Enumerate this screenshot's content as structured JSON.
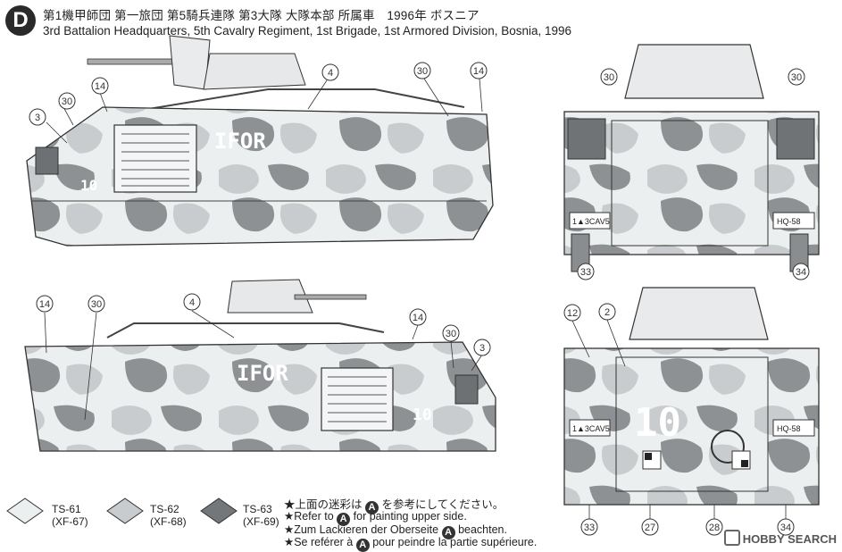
{
  "header": {
    "badge": "D",
    "title_jp": "第1機甲師団 第一旅団 第5騎兵連隊 第3大隊 大隊本部 所属車　1996年 ボスニア",
    "title_en": "3rd Battalion Headquarters, 5th Cavalry Regiment, 1st Brigade, 1st Armored Division, Bosnia, 1996"
  },
  "markings": {
    "ifor": "IFOR",
    "hull_number": "10",
    "plate_left": "1▲3CAV5",
    "plate_right": "HQ-58"
  },
  "callouts": {
    "top_side": [
      "3",
      "14",
      "30",
      "4",
      "30",
      "14"
    ],
    "rear": [
      "30",
      "30",
      "33",
      "34"
    ],
    "bottom_side": [
      "14",
      "30",
      "4",
      "14",
      "30",
      "3"
    ],
    "front": [
      "12",
      "2",
      "33",
      "27",
      "28",
      "34"
    ]
  },
  "swatches": [
    {
      "code": "TS-61",
      "ref": "(XF-67)",
      "color": "#eceff0"
    },
    {
      "code": "TS-62",
      "ref": "(XF-68)",
      "color": "#c9ccce"
    },
    {
      "code": "TS-63",
      "ref": "(XF-69)",
      "color": "#74777a"
    }
  ],
  "camo_colors": {
    "base": "#eceff0",
    "mid": "#c9ccce",
    "dark": "#8e9194"
  },
  "notes": {
    "jp": [
      "★上面の迷彩は",
      "を参考にしてください。"
    ],
    "en": [
      "★Refer to",
      "for painting upper side."
    ],
    "de": [
      "★Zum Lackieren der Oberseite",
      "beachten."
    ],
    "fr": [
      "★Se reférer à",
      "pour peindre la partie supérieure."
    ],
    "ref_letter": "A"
  },
  "watermark": "HOBBY SEARCH"
}
